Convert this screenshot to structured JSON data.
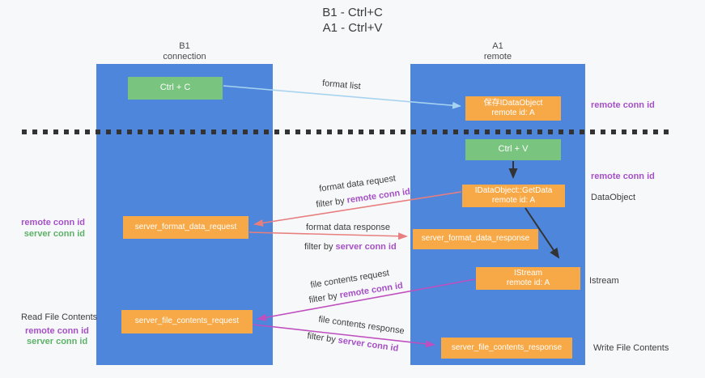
{
  "title": {
    "line1": "B1 - Ctrl+C",
    "line2": "A1 - Ctrl+V"
  },
  "lanes": {
    "left": {
      "name": "B1",
      "role": "connection"
    },
    "right": {
      "name": "A1",
      "role": "remote"
    }
  },
  "boxes": {
    "ctrl_c": {
      "label": "Ctrl + C"
    },
    "save_dataobject": {
      "line1": "保存IDataObject",
      "line2": "remote id: A"
    },
    "ctrl_v": {
      "label": "Ctrl + V"
    },
    "getdata": {
      "line1": "IDataObject::GetData",
      "line2": "remote id: A"
    },
    "format_request": {
      "label": "server_format_data_request"
    },
    "format_response": {
      "label": "server_format_data_response"
    },
    "istream": {
      "line1": "IStream",
      "line2": "remote id: A"
    },
    "file_request": {
      "label": "server_file_contents_request"
    },
    "file_response": {
      "label": "server_file_contents_response"
    }
  },
  "flow_labels": {
    "format_list": "format list",
    "format_request": "format data request",
    "format_request_filter": {
      "prefix": "filter by ",
      "key": "remote conn id"
    },
    "format_response": "format data response",
    "format_response_filter": {
      "prefix": "filter by ",
      "key": "server conn id"
    },
    "file_request": "file contents request",
    "file_request_filter": {
      "prefix": "filter by ",
      "key": "remote conn id"
    },
    "file_response": "file contents response",
    "file_response_filter": {
      "prefix": "filter by ",
      "key": "server conn id"
    }
  },
  "side_labels": {
    "right_remote_conn_top": "remote conn id",
    "right_remote_conn_mid": "remote conn id",
    "right_dataobject": "DataObject",
    "right_istream": "Istream",
    "right_write_file": "Write File Contents",
    "left_remote_conn_format": "remote conn id",
    "left_server_conn_format": "server conn id",
    "left_read_file": "Read File Contents",
    "left_remote_conn_file": "remote conn id",
    "left_server_conn_file": "server conn id"
  },
  "colors": {
    "lane_blue": "#4d86da",
    "box_green": "#79c47f",
    "box_orange": "#f8a947",
    "arrow_salmon": "#e87f7f",
    "arrow_magenta": "#bf4fbf",
    "arrow_lightblue": "#a8d3f0",
    "arrow_black": "#333333",
    "text_purple": "#a650c6",
    "text_green": "#5db168"
  }
}
